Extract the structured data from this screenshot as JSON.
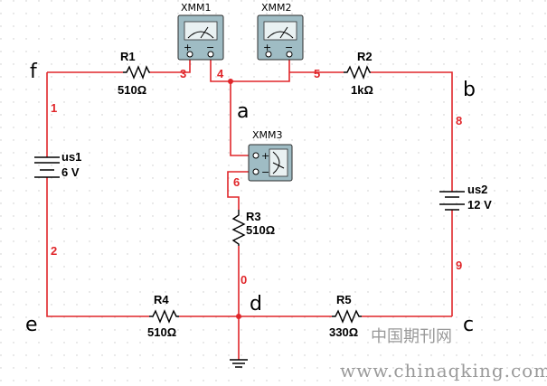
{
  "nodes": {
    "f": "f",
    "b": "b",
    "e": "e",
    "c": "c",
    "a": "a",
    "d": "d"
  },
  "components": {
    "r1": {
      "name": "R1",
      "value": "510Ω"
    },
    "r2": {
      "name": "R2",
      "value": "1kΩ"
    },
    "r3": {
      "name": "R3",
      "value": "510Ω"
    },
    "r4": {
      "name": "R4",
      "value": "510Ω"
    },
    "r5": {
      "name": "R5",
      "value": "330Ω"
    },
    "us1": {
      "name": "us1",
      "value": "6 V"
    },
    "us2": {
      "name": "us2",
      "value": "12 V"
    }
  },
  "meters": {
    "xmm1": {
      "name": "XMM1",
      "plus": "+",
      "minus": "−"
    },
    "xmm2": {
      "name": "XMM2",
      "plus": "+",
      "minus": "−"
    },
    "xmm3": {
      "name": "XMM3",
      "plus": "+",
      "minus": "−"
    }
  },
  "net_numbers": {
    "n0": "0",
    "n1": "1",
    "n2": "2",
    "n3": "3",
    "n4": "4",
    "n5": "5",
    "n6": "6",
    "n8": "8",
    "n9": "9"
  },
  "colors": {
    "wire": "#e0262a",
    "component": "#000000",
    "meter_body": "#9fbcc4"
  },
  "watermark": {
    "cn": "中国期刊网",
    "url": "www.chinaqking.com"
  }
}
